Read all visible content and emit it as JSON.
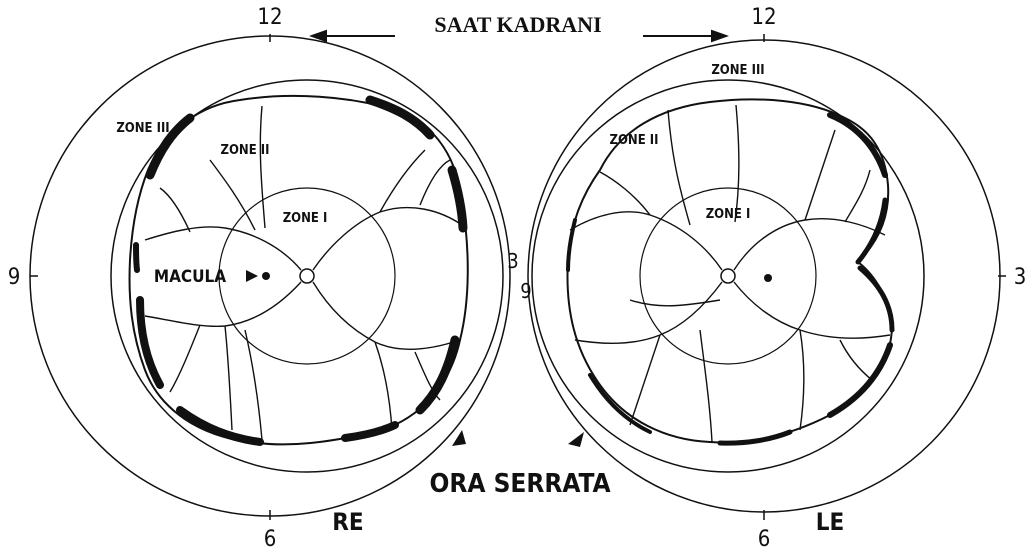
{
  "title": "SAAT KADRANI",
  "clock": {
    "right_eye": {
      "top": "12",
      "bottom": "6",
      "left": "9",
      "right": "3"
    },
    "left_eye": {
      "top": "12",
      "bottom": "6",
      "left": "9",
      "right": "3"
    }
  },
  "zones": {
    "zone1": "ZONE I",
    "zone2": "ZONE II",
    "zone3": "ZONE III"
  },
  "labels": {
    "macula": "MACULA",
    "ora_serrata": "ORA SERRATA",
    "right_eye": "RE",
    "left_eye": "LE"
  },
  "colors": {
    "ink": "#111111",
    "background": "#ffffff"
  }
}
